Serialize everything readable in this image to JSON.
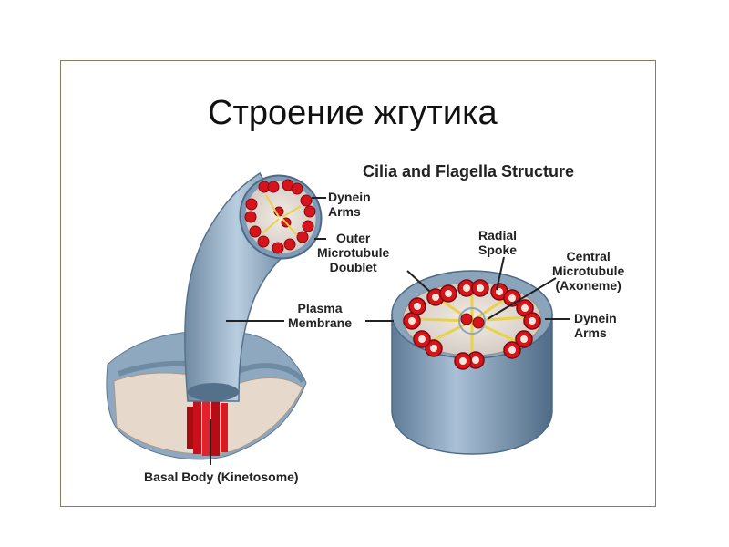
{
  "slide": {
    "title": "Строение жгутика"
  },
  "diagram": {
    "title": "Cilia and Flagella Structure",
    "labels": {
      "dynein_arms_top": [
        "Dynein",
        "Arms"
      ],
      "outer_microtubule": [
        "Outer",
        "Microtubule",
        "Doublet"
      ],
      "radial_spoke": [
        "Radial",
        "Spoke"
      ],
      "central_microtubule": [
        "Central",
        "Microtubule",
        "(Axoneme)"
      ],
      "dynein_arms_right": [
        "Dynein",
        "Arms"
      ],
      "plasma_membrane": [
        "Plasma",
        "Membrane"
      ],
      "basal_body": "Basal Body (Kinetosome)"
    },
    "colors": {
      "membrane": "#9fb8cf",
      "membrane_dark": "#6f8aa3",
      "microtubule": "#d6141b",
      "spoke": "#e8d24a",
      "cut_face": "#e8e0d8"
    }
  }
}
